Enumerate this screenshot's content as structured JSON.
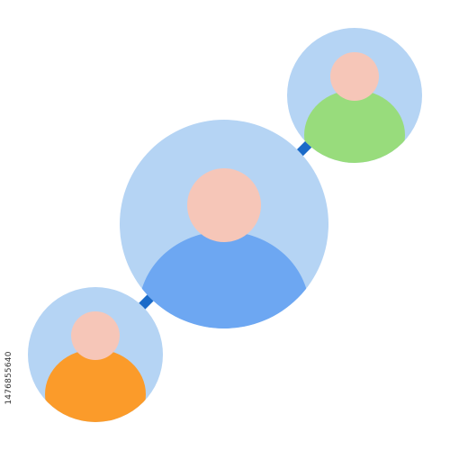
{
  "colors": {
    "background": "#ffffff",
    "circle_fill": "#b5d4f4",
    "face": "#f6c6b8",
    "connector": "#1a6ac8",
    "body_center": "#6da7f2",
    "body_top_right": "#98dc7c",
    "body_bottom_left": "#fb9b2a"
  },
  "icons": {
    "center": "person-avatar-blue",
    "top_right": "person-avatar-green",
    "bottom_left": "person-avatar-orange"
  },
  "stock_id": "1476855640"
}
